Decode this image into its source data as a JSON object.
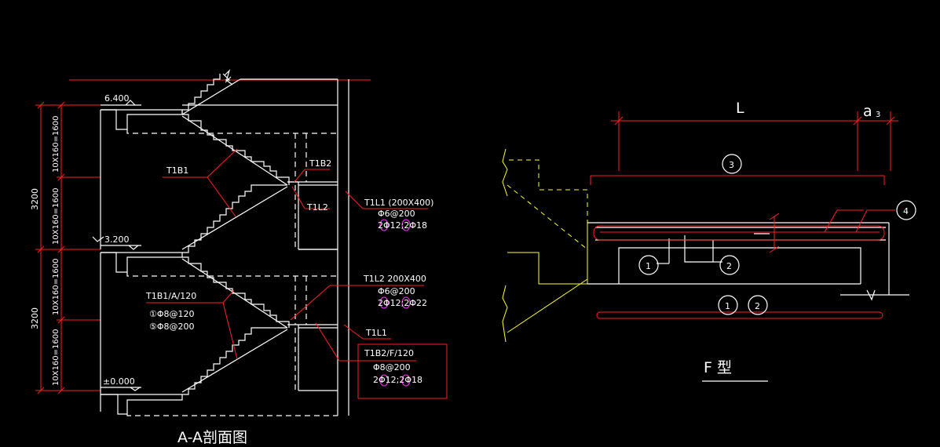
{
  "section": {
    "title": "A-A剖面图",
    "elev_top": "6.400",
    "elev_mid": "3.200",
    "elev_base": "±0.000",
    "dim_upper_total": "3200",
    "dim_lower_total": "3200",
    "dim_flight": "10X160=1600",
    "labels": {
      "t1b1": "T1B1",
      "t1b2": "T1B2",
      "t1l2_up": "T1L2",
      "t1l1_head": "T1L1 (200X400)",
      "t1l1_r1": "Φ6@200",
      "t1l1_r2": "2Φ12;2Φ18",
      "t1l2_head": "T1L2 200X400",
      "t1l2_r1": "Φ6@200",
      "t1l2_r2": "2Φ12;2Φ22",
      "t1b1a": "T1B1/A/120",
      "t1b1a_r1": "①Φ8@120",
      "t1b1a_r2": "⑤Φ8@200",
      "t1l1_low": "T1L1",
      "t1b2f": "T1B2/F/120",
      "t1b2f_r1": "Φ8@200",
      "t1b2f_r2": "2Φ12;2Φ18"
    }
  },
  "detail": {
    "title": "F 型",
    "dim_L": "L",
    "dim_a3": "a",
    "dim_a3_sub": "3",
    "bubbles": [
      "3",
      "4",
      "1",
      "2",
      "1",
      "2"
    ]
  },
  "colors": {
    "background": "#000000",
    "outline": "#ffffff",
    "dimension": "#ff2020",
    "hidden": "#ffff33",
    "rebar_mark": "#ff33ff"
  }
}
